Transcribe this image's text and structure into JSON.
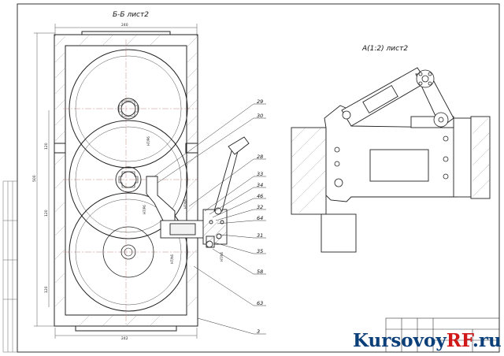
{
  "section_bb": {
    "title": "Б-Б лист2"
  },
  "detail_a": {
    "title": "А(1:2) лист2"
  },
  "dimensions": {
    "top_width": "240",
    "bottom_width": "242",
    "overall_height": "500",
    "center_distance_1": "120",
    "center_distance_2": "120",
    "center_distance_3": "120",
    "shaft_size_1": "Н7/Р6",
    "shaft_size_2": "Н7/h6"
  },
  "callouts": [
    "29",
    "30",
    "28",
    "33",
    "34",
    "46",
    "32",
    "64",
    "31",
    "35",
    "58",
    "63",
    "3"
  ],
  "watermark": {
    "prefix": "Kursovoy",
    "accent": "RF",
    "suffix": ".ru"
  },
  "colors": {
    "line": "#222222",
    "thin": "#8a8a8a",
    "center": "#c78a8a",
    "watermark_blue": "#0b3f7a",
    "watermark_red": "#d01818"
  }
}
